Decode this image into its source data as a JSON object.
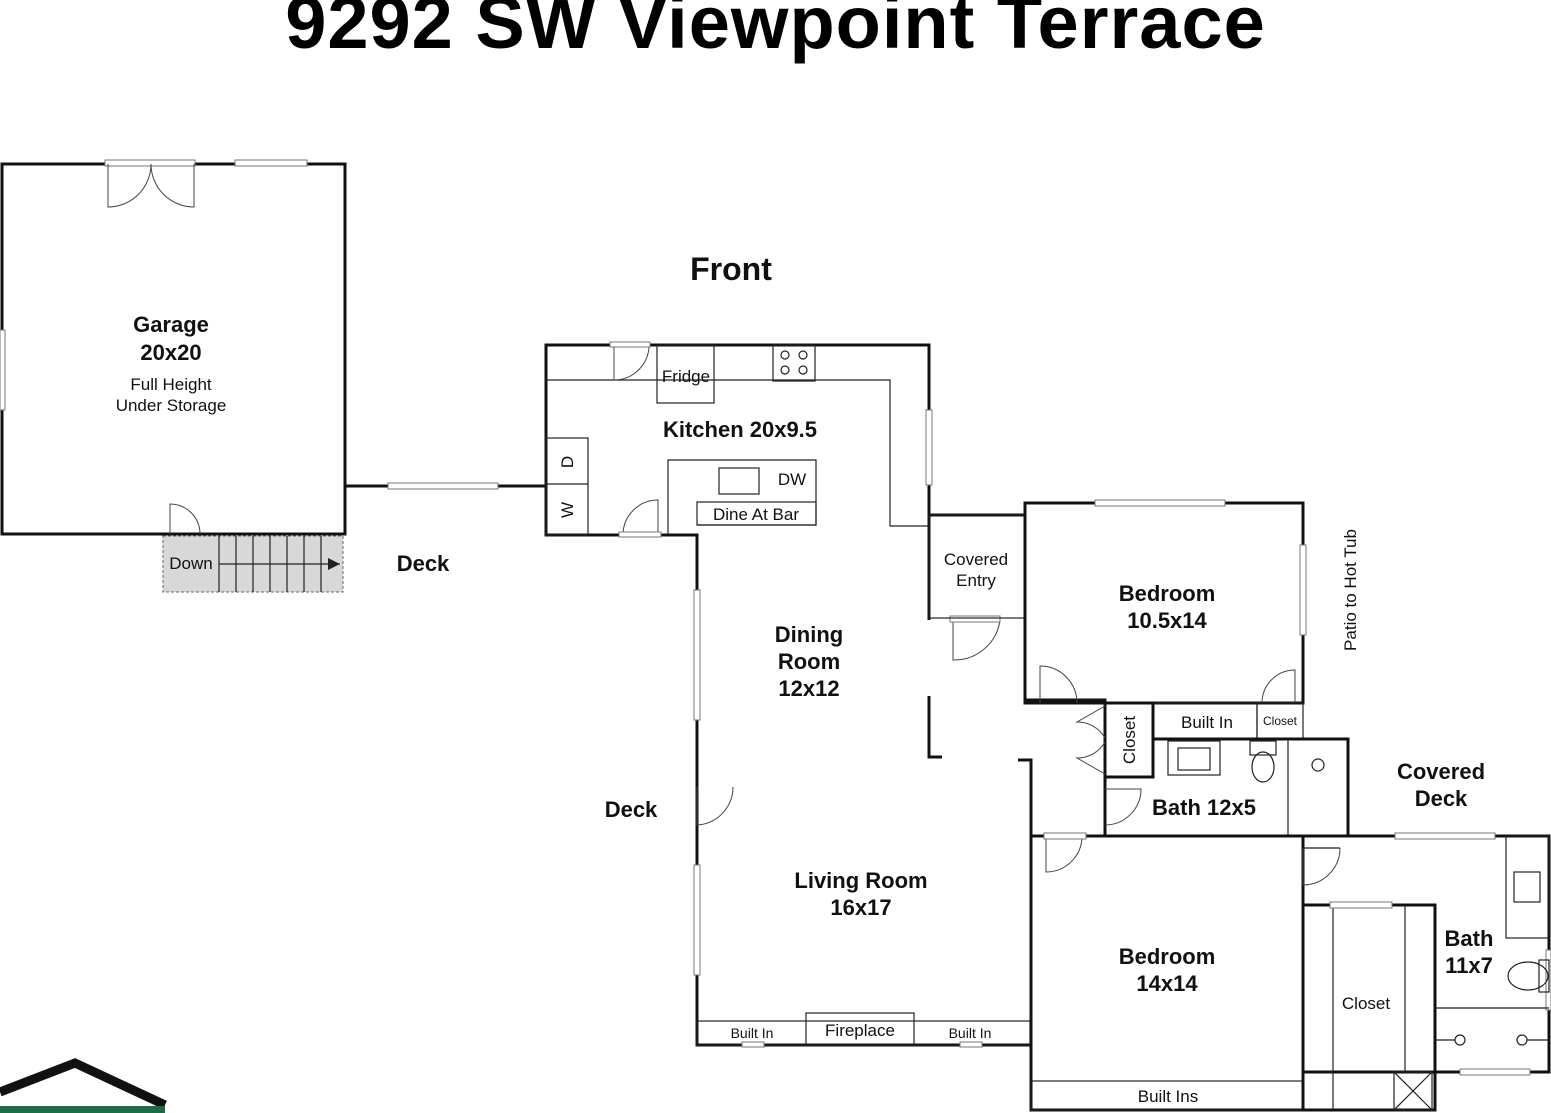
{
  "title": "9292 SW Viewpoint Terrace",
  "colors": {
    "garage": "#ecd5ec",
    "main": "#fdf6dc",
    "bedroom": "#c6f7c3",
    "bath": "#c8f3f3",
    "covered": "#c8c8c8"
  },
  "labels": {
    "front": "Front",
    "garage_name": "Garage",
    "garage_size": "20x20",
    "garage_note1": "Full Height",
    "garage_note2": "Under Storage",
    "down": "Down",
    "deck_left": "Deck",
    "deck_mid": "Deck",
    "kitchen": "Kitchen 20x9.5",
    "fridge": "Fridge",
    "dw": "DW",
    "dine_bar": "Dine At Bar",
    "washer": "W",
    "dryer": "D",
    "dining1": "Dining",
    "dining2": "Room",
    "dining3": "12x12",
    "living1": "Living Room",
    "living2": "16x17",
    "fireplace": "Fireplace",
    "builtin_left": "Built In",
    "builtin_right": "Built In",
    "covered_entry1": "Covered",
    "covered_entry2": "Entry",
    "bed1_name": "Bedroom",
    "bed1_size": "10.5x14",
    "patio": "Patio to Hot Tub",
    "builtin_bed1": "Built In",
    "closet_small": "Closet",
    "closet_hall": "Closet",
    "bath1": "Bath 12x5",
    "covered_deck1": "Covered",
    "covered_deck2": "Deck",
    "bed2_name": "Bedroom",
    "bed2_size": "14x14",
    "builtins_bed2": "Built Ins",
    "closet_big": "Closet",
    "bath2_name": "Bath",
    "bath2_size": "11x7"
  }
}
